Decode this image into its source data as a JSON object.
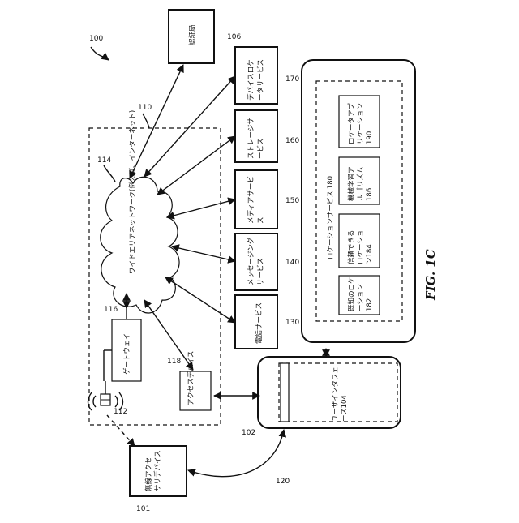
{
  "figure": {
    "title": "FIG. 1C",
    "ref_system": "100"
  },
  "services": [
    {
      "id": "certificate_authority",
      "label": "認証局",
      "ref": "106"
    },
    {
      "id": "device_locator",
      "label": "デバイスロケータサービス",
      "ref": "170"
    },
    {
      "id": "storage",
      "label": "ストレージサービス",
      "ref": "160"
    },
    {
      "id": "media",
      "label": "メディアサービス",
      "ref": "150"
    },
    {
      "id": "messaging",
      "label": "メッセージングサービス",
      "ref": "140"
    },
    {
      "id": "telephony",
      "label": "電話サービス",
      "ref": "130"
    }
  ],
  "network": {
    "ref_area": "110",
    "cloud_label": "ワイドエリアネットワーク(例えば、インターネット)",
    "ref_cloud": "114",
    "gateway_label": "ゲートウェイ",
    "ref_gateway": "116",
    "access_device_label": "アクセスデバイス",
    "ref_access": "118",
    "ref_antenna": "112"
  },
  "location_service": {
    "title": "ロケーションサービス",
    "title_ref": "180",
    "items": [
      {
        "label": "既知のロケーション",
        "ref": "182"
      },
      {
        "label": "信頼できるロケーション",
        "ref": "184"
      },
      {
        "label": "機械学習アルゴリズム",
        "ref": "186"
      },
      {
        "label": "ロケータアプリケーション",
        "ref": "190"
      }
    ]
  },
  "user_device": {
    "ref": "102",
    "ui_label": "ユーザインタフェース",
    "ui_ref": "104"
  },
  "accessory": {
    "label": "無線アクセサリデバイス",
    "ref": "101",
    "link_ref": "120"
  }
}
